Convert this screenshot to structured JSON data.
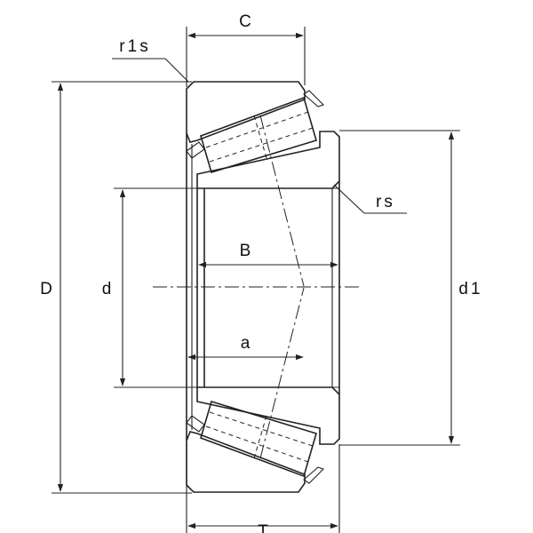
{
  "diagram": {
    "labels": {
      "C": "C",
      "r1s": "r1s",
      "rs": "rs",
      "B": "B",
      "a": "a",
      "D": "D",
      "d": "d",
      "d1": "d1",
      "T": "T"
    },
    "colors": {
      "line": "#222222",
      "background": "#ffffff"
    }
  }
}
